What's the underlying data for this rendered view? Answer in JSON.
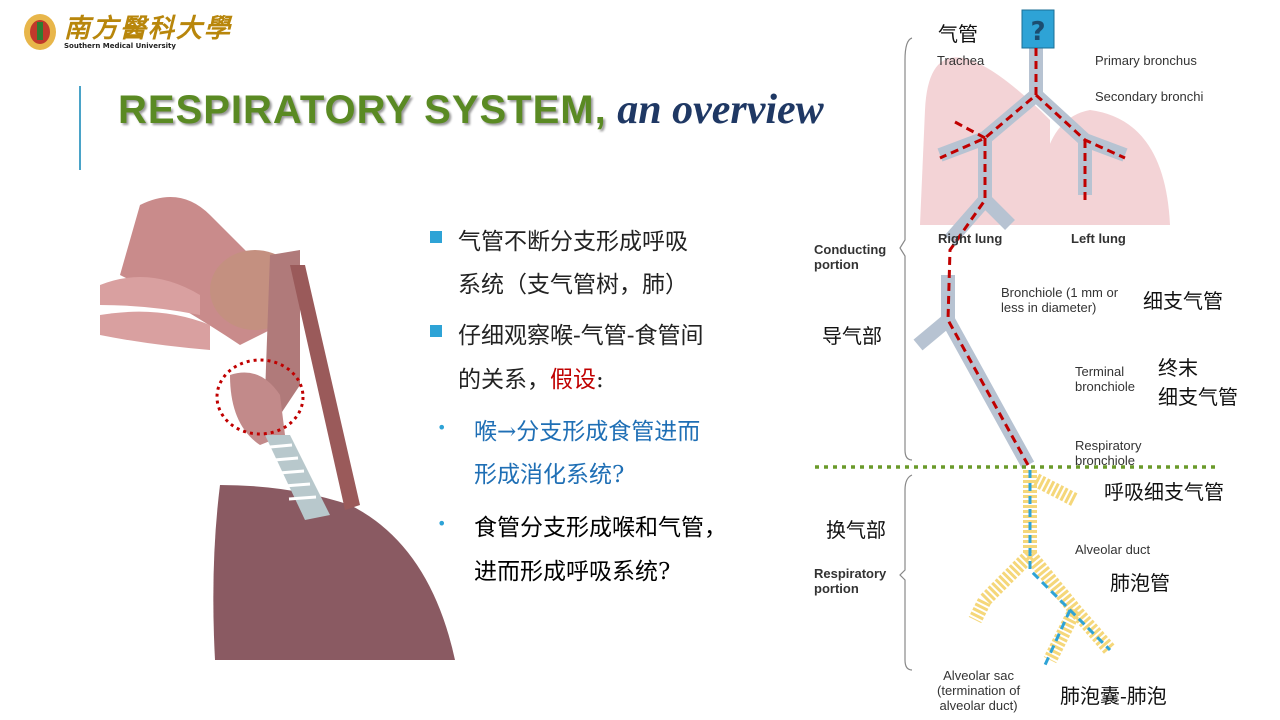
{
  "logo": {
    "name_cn": "南方醫科大學",
    "name_en": "Southern Medical University"
  },
  "title": {
    "main": "RESPIRATORY SYSTEM,",
    "sub": " an overview"
  },
  "bullets": [
    {
      "lines": [
        "气管不断分支形成呼吸",
        "系统（支气管树，肺）"
      ]
    },
    {
      "lines": [
        "仔细观察喉-气管-食管间",
        "的关系，"
      ],
      "highlight": "假设",
      "tail": ":"
    },
    {
      "lines": [
        "喉→分支形成食管进而",
        "形成消化系统?"
      ]
    },
    {
      "lines": [
        "食管分支形成喉和气管，",
        "进而形成呼吸系统?"
      ]
    }
  ],
  "diagram": {
    "question": "?",
    "labels_en": {
      "trachea": "Trachea",
      "primary": "Primary bronchus",
      "secondary": "Secondary bronchi",
      "right_lung": "Right lung",
      "left_lung": "Left lung",
      "conducting": [
        "Conducting",
        "portion"
      ],
      "bronchiole": [
        "Bronchiole (1 mm or",
        "less in diameter)"
      ],
      "terminal": [
        "Terminal",
        "bronchiole"
      ],
      "resp_bronchiole": [
        "Respiratory",
        "bronchiole"
      ],
      "alveolar_duct": "Alveolar duct",
      "respiratory": [
        "Respiratory",
        "portion"
      ],
      "alveolar_sac": [
        "Alveolar sac",
        "(termination of",
        "alveolar duct)"
      ]
    },
    "labels_cn": {
      "trachea": "气管",
      "bronchiole": "细支气管",
      "conducting": "导气部",
      "terminal": [
        "终末",
        "细支气管"
      ],
      "resp_bronchiole": "呼吸细支气管",
      "respiratory": "换气部",
      "alveolar_duct": "肺泡管",
      "alveolar_sac": "肺泡囊-肺泡"
    }
  },
  "colors": {
    "title_green": "#5a8a23",
    "title_navy": "#1f3864",
    "accent": "#2ea3d6",
    "red": "#c00000",
    "blue_text": "#1f6fb5"
  }
}
